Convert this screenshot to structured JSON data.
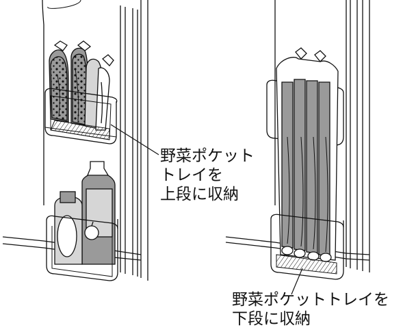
{
  "captions": {
    "upper": {
      "line1": "野菜ポケット",
      "line2": "トレイを",
      "line3": "上段に収納"
    },
    "lower": {
      "line1": "野菜ポケットトレイを",
      "line2": "下段に収納"
    }
  },
  "colors": {
    "ink": "#111111",
    "paper": "#ffffff",
    "fill_gray": "#9a9a9a",
    "light_gray": "#d6d6d6"
  }
}
